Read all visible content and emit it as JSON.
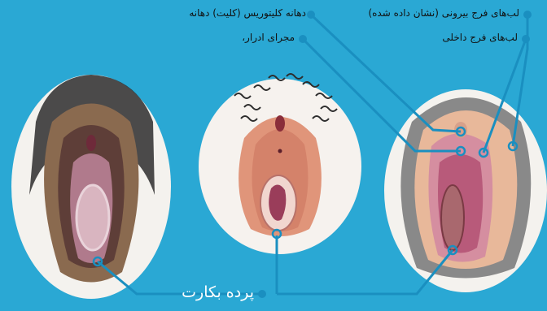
{
  "labels": {
    "labia_majora": "لب‌های فرج بیرونی (نشان داده شده)",
    "clitoral_hood": "دهانه کلیتوریس (کلیت) دهانه",
    "labia_minora": "لب‌های فرج داخلی",
    "urethra": "مجرای ادرار،",
    "hymen": "پرده بکارت"
  },
  "colors": {
    "background": "#2aa8d4",
    "leader_line": "#1a8fc0",
    "marker": "#1a8fc0"
  }
}
